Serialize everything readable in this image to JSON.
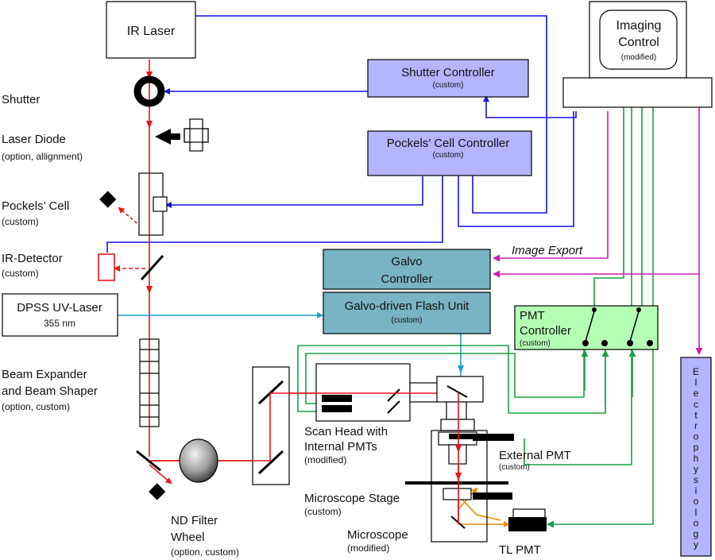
{
  "components": {
    "ir_laser": "IR Laser",
    "imaging_control": {
      "line1": "Imaging",
      "line2": "Control",
      "sub": "(modified)"
    },
    "shutter_controller": {
      "title": "Shutter Controller",
      "sub": "(custom)"
    },
    "pockels_controller": {
      "title": "Pockels’ Cell Controller",
      "sub": "(custom)"
    },
    "galvo_controller": {
      "line1": "Galvo",
      "line2": "Controller"
    },
    "flash_unit": {
      "title": "Galvo-driven Flash Unit",
      "sub": "(custom)"
    },
    "pmt_controller": {
      "line1": "PMT",
      "line2": "Controller",
      "sub": "(custom)"
    },
    "dpss": {
      "line1": "DPSS UV-Laser",
      "line2": "355 nm"
    },
    "electrophysiology": "Electrophysiology",
    "image_export": "Image Export"
  },
  "labels": {
    "shutter": "Shutter",
    "laser_diode": {
      "title": "Laser Diode",
      "sub": "(option, allignment)"
    },
    "pockels_cell": {
      "title": "Pockels’ Cell",
      "sub": "(custom)"
    },
    "ir_detector": {
      "title": "IR-Detector",
      "sub": "(custom)"
    },
    "beam_expander": {
      "line1": "Beam Expander",
      "line2": "and Beam Shaper",
      "sub": "(option, custom)"
    },
    "scan_head": {
      "line1": "Scan Head with",
      "line2": "Internal PMTs",
      "sub": "(modified)"
    },
    "external_pmt": {
      "title": "External PMT",
      "sub": "(custom)"
    },
    "microscope_stage": {
      "title": "Microscope Stage",
      "sub": "(custom)"
    },
    "microscope": {
      "title": "Microscope",
      "sub": "(modified)"
    },
    "tl_pmt": "TL PMT",
    "nd_filter": {
      "line1": "ND Filter",
      "line2": "Wheel",
      "sub": "(option, custom)"
    }
  },
  "colors": {
    "laser_red": "#e8141b",
    "control_blue": "#1414dc",
    "uv_cyan": "#19a0d2",
    "pmt_green": "#19a046",
    "export_magenta": "#c81eb4",
    "orange": "#f08c00",
    "lavender": "#b4b4ff",
    "teal": "#78b4c3",
    "light_green": "#b4ffb4"
  }
}
